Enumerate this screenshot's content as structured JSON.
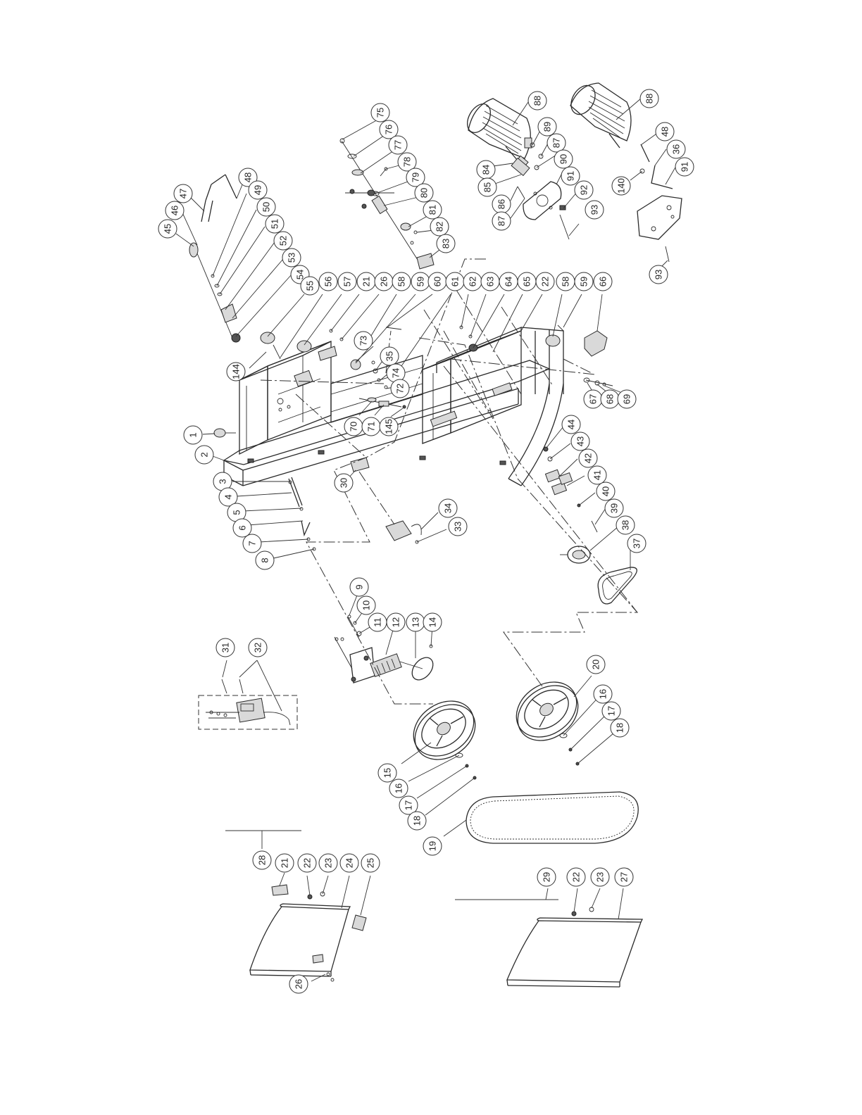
{
  "diagram": {
    "callouts": [
      {
        "label": "75"
      },
      {
        "label": "76"
      },
      {
        "label": "77"
      },
      {
        "label": "78"
      },
      {
        "label": "79"
      },
      {
        "label": "80"
      },
      {
        "label": "81"
      },
      {
        "label": "82"
      },
      {
        "label": "83"
      },
      {
        "label": "88"
      },
      {
        "label": "89"
      },
      {
        "label": "87"
      },
      {
        "label": "90"
      },
      {
        "label": "91"
      },
      {
        "label": "84"
      },
      {
        "label": "85"
      },
      {
        "label": "86"
      },
      {
        "label": "87"
      },
      {
        "label": "92"
      },
      {
        "label": "93"
      },
      {
        "label": "88"
      },
      {
        "label": "48"
      },
      {
        "label": "36"
      },
      {
        "label": "91"
      },
      {
        "label": "140"
      },
      {
        "label": "93"
      },
      {
        "label": "45"
      },
      {
        "label": "46"
      },
      {
        "label": "47"
      },
      {
        "label": "48"
      },
      {
        "label": "49"
      },
      {
        "label": "50"
      },
      {
        "label": "51"
      },
      {
        "label": "52"
      },
      {
        "label": "53"
      },
      {
        "label": "54"
      },
      {
        "label": "55"
      },
      {
        "label": "56"
      },
      {
        "label": "57"
      },
      {
        "label": "21"
      },
      {
        "label": "26"
      },
      {
        "label": "58"
      },
      {
        "label": "59"
      },
      {
        "label": "60"
      },
      {
        "label": "61"
      },
      {
        "label": "62"
      },
      {
        "label": "63"
      },
      {
        "label": "64"
      },
      {
        "label": "65"
      },
      {
        "label": "22"
      },
      {
        "label": "58"
      },
      {
        "label": "59"
      },
      {
        "label": "66"
      },
      {
        "label": "144"
      },
      {
        "label": "73"
      },
      {
        "label": "35"
      },
      {
        "label": "74"
      },
      {
        "label": "72"
      },
      {
        "label": "70"
      },
      {
        "label": "71"
      },
      {
        "label": "145"
      },
      {
        "label": "67"
      },
      {
        "label": "68"
      },
      {
        "label": "69"
      },
      {
        "label": "1"
      },
      {
        "label": "2"
      },
      {
        "label": "3"
      },
      {
        "label": "4"
      },
      {
        "label": "5"
      },
      {
        "label": "6"
      },
      {
        "label": "7"
      },
      {
        "label": "8"
      },
      {
        "label": "30"
      },
      {
        "label": "34"
      },
      {
        "label": "33"
      },
      {
        "label": "44"
      },
      {
        "label": "43"
      },
      {
        "label": "42"
      },
      {
        "label": "41"
      },
      {
        "label": "40"
      },
      {
        "label": "39"
      },
      {
        "label": "38"
      },
      {
        "label": "37"
      },
      {
        "label": "9"
      },
      {
        "label": "10"
      },
      {
        "label": "11"
      },
      {
        "label": "12"
      },
      {
        "label": "13"
      },
      {
        "label": "14"
      },
      {
        "label": "31"
      },
      {
        "label": "32"
      },
      {
        "label": "20"
      },
      {
        "label": "16"
      },
      {
        "label": "17"
      },
      {
        "label": "18"
      },
      {
        "label": "15"
      },
      {
        "label": "16"
      },
      {
        "label": "17"
      },
      {
        "label": "18"
      },
      {
        "label": "19"
      },
      {
        "label": "28"
      },
      {
        "label": "21"
      },
      {
        "label": "22"
      },
      {
        "label": "23"
      },
      {
        "label": "24"
      },
      {
        "label": "25"
      },
      {
        "label": "26"
      },
      {
        "label": "29"
      },
      {
        "label": "22"
      },
      {
        "label": "23"
      },
      {
        "label": "27"
      }
    ]
  }
}
